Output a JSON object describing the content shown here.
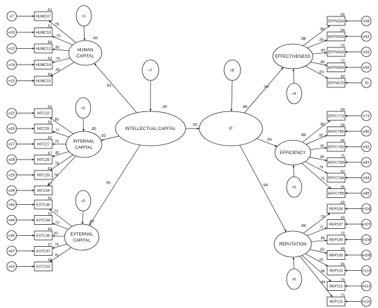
{
  "colors": {
    "stroke": "#222222",
    "background": "#ffffff",
    "text": "#111111"
  },
  "left_groups": [
    {
      "id": "human",
      "latent_lines": [
        "HUMAN",
        "CAPITAL"
      ],
      "latent_r2": ".66",
      "disturbance": "r1",
      "path_from_core": ".81",
      "indicators": [
        {
          "name": "HUMC07",
          "error": "e7",
          "r2": ".61",
          "loading": ".78"
        },
        {
          "name": "HUMC10",
          "error": "e10",
          "r2": ".61",
          "loading": ".75"
        },
        {
          "name": "HUMC12",
          "error": "e12",
          "r2": ".69",
          "loading": ".83"
        },
        {
          "name": "HUMC14",
          "error": "e14",
          "r2": ".63",
          "loading": ".79"
        },
        {
          "name": "HUMC15",
          "error": "e15",
          "r2": ".69",
          "loading": ".83"
        }
      ]
    },
    {
      "id": "internal",
      "latent_lines": [
        "INTERNAL",
        "CAPITAL"
      ],
      "latent_r2": ".85",
      "disturbance": "r2",
      "path_from_core": ".92",
      "indicators": [
        {
          "name": "INTC22",
          "error": "e22",
          "r2": ".63",
          "loading": ".80"
        },
        {
          "name": "INTC25",
          "error": "e25",
          "r2": ".59",
          "loading": ".77"
        },
        {
          "name": "INTC27",
          "error": "e27",
          "r2": ".62",
          "loading": ".79"
        },
        {
          "name": "INTC28",
          "error": "e28",
          "r2": ".67",
          "loading": ".82"
        },
        {
          "name": "INTC29",
          "error": "e29",
          "r2": ".61",
          "loading": ".78"
        },
        {
          "name": "INTC34",
          "error": "e34",
          "r2": ".67",
          "loading": ".78"
        }
      ]
    },
    {
      "id": "external",
      "latent_lines": [
        "EXTERNAL",
        "CAPITAL"
      ],
      "latent_r2": ".82",
      "disturbance": "r3",
      "path_from_core": ".90",
      "indicators": [
        {
          "name": "EXTC40",
          "error": "e40",
          "r2": ".52",
          "loading": ".72"
        },
        {
          "name": "EXTC44",
          "error": "e44",
          "r2": ".53",
          "loading": ".73"
        },
        {
          "name": "EXTC45",
          "error": "e45",
          "r2": ".66",
          "loading": ".81"
        },
        {
          "name": "EXTC47",
          "error": "e47",
          "r2": ".57",
          "loading": ".76"
        },
        {
          "name": "EXTC53",
          "error": "e53",
          "r2": ".58",
          "loading": ".76"
        }
      ]
    }
  ],
  "core": {
    "label": "INTELLECTUAL CAPITAL",
    "r2": ".00",
    "disturbance": "r7"
  },
  "core_to_p": ".93",
  "p": {
    "label": "P",
    "r2": ".86",
    "disturbance": "r8"
  },
  "right_groups": [
    {
      "id": "effectiveness",
      "latent_lines": [
        "EFFECTIVENESS"
      ],
      "latent_r2": ".88",
      "disturbance": "r4",
      "path_from_p": ".94",
      "indicators": [
        {
          "name": "EFFNS55",
          "error": "e58",
          "r2": ".65",
          "loading": ".80"
        },
        {
          "name": "EFFNS62",
          "error": "e62",
          "r2": ".64",
          "loading": ".80"
        },
        {
          "name": "EFFNS63",
          "error": "e63",
          "r2": ".72",
          "loading": ".85"
        },
        {
          "name": "EFFNS65",
          "error": "e65",
          "r2": ".72",
          "loading": ".85"
        },
        {
          "name": "EFFNS70",
          "error": "70",
          "r2": ".69",
          "loading": ".83"
        }
      ]
    },
    {
      "id": "efficiency",
      "latent_lines": [
        "EFFICIENCY"
      ],
      "latent_r2": ".88",
      "disturbance": "r5",
      "path_from_p": ".94",
      "indicators": [
        {
          "name": "EFFCY73",
          "error": "e73",
          "r2": ".64",
          "loading": ".80"
        },
        {
          "name": "EFFCY80",
          "error": "e80",
          "r2": ".68",
          "loading": ".82"
        },
        {
          "name": "EFFCY82",
          "error": "e82",
          "r2": ".66",
          "loading": ".81"
        },
        {
          "name": "EFFCY83",
          "error": "e83",
          "r2": ".75",
          "loading": ".86"
        },
        {
          "name": "EFFCY84",
          "error": "e84",
          "r2": ".62",
          "loading": ".79"
        },
        {
          "name": "EFFCY85",
          "error": "e85",
          "r2": ".56",
          "loading": ".75"
        }
      ]
    },
    {
      "id": "reputation",
      "latent_lines": [
        "REPUTATION"
      ],
      "latent_r2": ".89",
      "disturbance": "r6",
      "path_from_p": ".94",
      "indicators": [
        {
          "name": "REP104",
          "error": "e104",
          "r2": ".62",
          "loading": ".79"
        },
        {
          "name": "REP107",
          "error": "e107",
          "r2": ".59",
          "loading": ".77"
        },
        {
          "name": "REP108",
          "error": "e108",
          "r2": ".72",
          "loading": ".85"
        },
        {
          "name": "REP109",
          "error": "e109",
          "r2": ".69",
          "loading": ".83"
        },
        {
          "name": "REP110",
          "error": "e110",
          "r2": ".66",
          "loading": ".81"
        },
        {
          "name": "REP112",
          "error": "e112",
          "r2": ".74",
          "loading": ".86"
        },
        {
          "name": "REP115",
          "error": "e115",
          "r2": ".71",
          "loading": ".84"
        }
      ]
    }
  ]
}
